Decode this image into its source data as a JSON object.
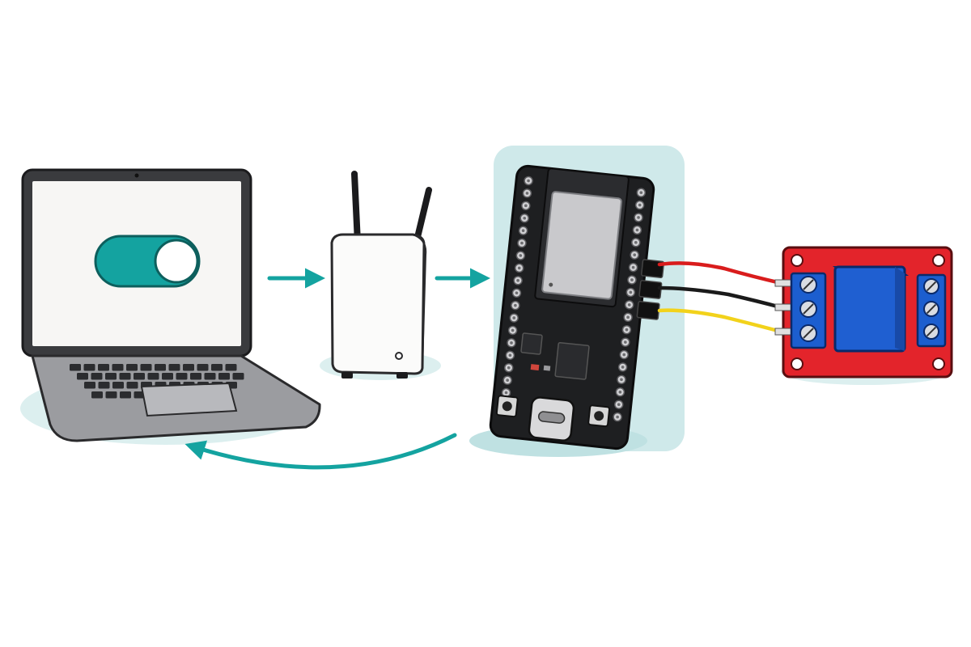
{
  "diagram": {
    "nodes": [
      {
        "id": "laptop",
        "kind": "laptop",
        "icon": "laptop-icon",
        "screen_content": "toggle-switch",
        "toggle_state": "on"
      },
      {
        "id": "router",
        "kind": "wifi-router",
        "icon": "router-icon"
      },
      {
        "id": "esp32",
        "kind": "microcontroller-board",
        "icon": "esp32-board-icon",
        "highlighted": true
      },
      {
        "id": "relay",
        "kind": "relay-module",
        "icon": "relay-module-icon"
      }
    ],
    "edges": [
      {
        "from": "laptop",
        "to": "router",
        "style": "straight-arrow"
      },
      {
        "from": "router",
        "to": "esp32",
        "style": "straight-arrow"
      },
      {
        "from": "esp32",
        "to": "laptop",
        "style": "curved-return-arrow"
      },
      {
        "from": "esp32",
        "to": "relay",
        "style": "wires"
      }
    ],
    "wire_colors": [
      "#d91c1c",
      "#1a1a1a",
      "#f2d21b"
    ]
  },
  "colors": {
    "accent": "#14a3a0",
    "highlight": "#cfe9ea",
    "shadow": "#dcefef",
    "board": "#1e1f21",
    "relay_board": "#e3242b",
    "relay_block": "#1f5fd1",
    "terminal": "#1c5ecf"
  }
}
